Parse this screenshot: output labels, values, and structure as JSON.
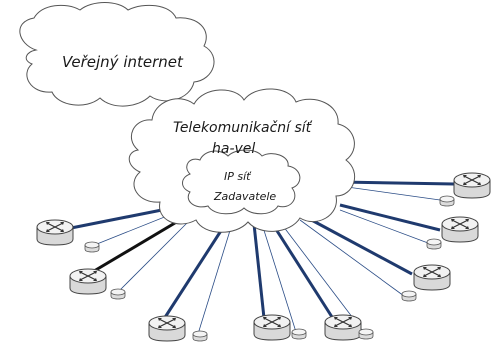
{
  "labels": {
    "public_internet": "Veřejný internet",
    "telecom_network_line1": "Telekomunikační síť",
    "telecom_network_line2": "ha-vel",
    "ip_network_line1": "IP síť",
    "ip_network_line2": "Zadavatele"
  },
  "colors": {
    "thick_link": "#1f3a6e",
    "dark_link": "#111111",
    "thin_link": "#2a4c86",
    "cloud_stroke": "#555555",
    "cloud_fill": "#ffffff"
  },
  "icons": {
    "router": "router-icon",
    "modem": "modem-icon",
    "cloud": "cloud-icon"
  }
}
